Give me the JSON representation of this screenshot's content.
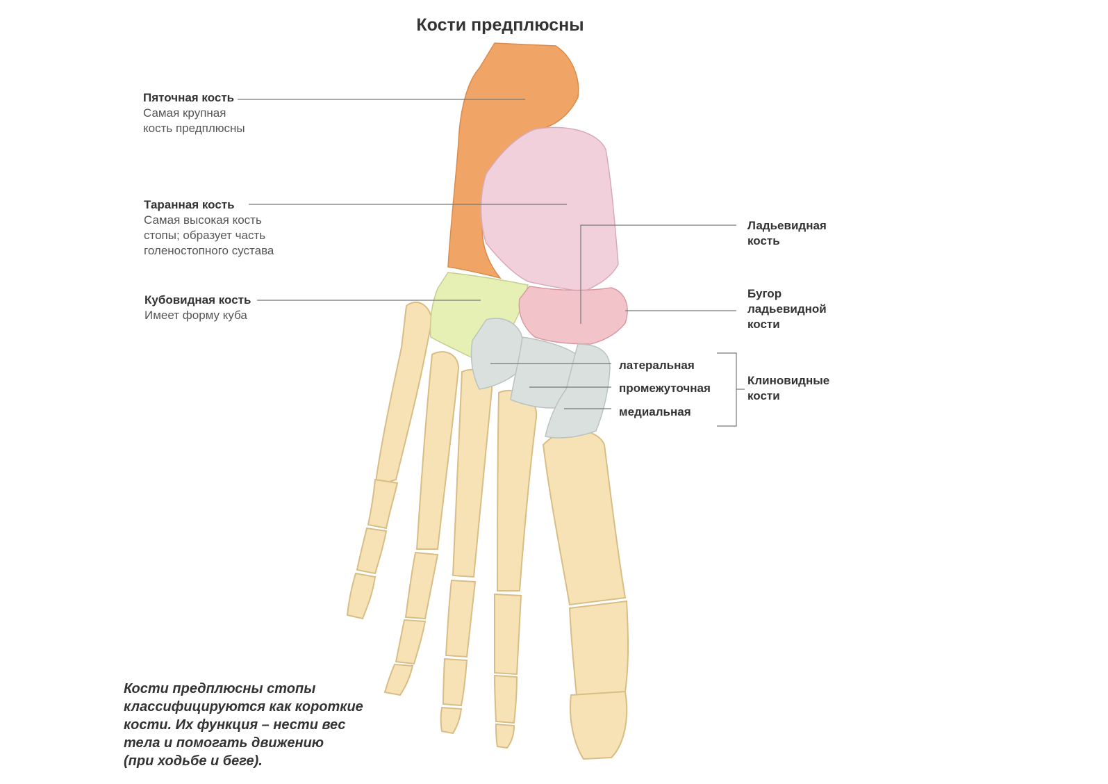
{
  "title": "Кости предплюсны",
  "labels": {
    "calcaneus": {
      "heading": "Пяточная кость",
      "desc": "Самая крупная\nкость предплюсны"
    },
    "talus": {
      "heading": "Таранная кость",
      "desc": "Самая высокая кость\nстопы; образует часть\nголеностопного сустава"
    },
    "cuboid": {
      "heading": "Кубовидная кость",
      "desc": "Имеет форму куба"
    },
    "navicular": "Ладьевидная\nкость",
    "navicular_tuberosity": "Бугор\nладьевидной\nкости",
    "cuneiform_lateral": "латеральная",
    "cuneiform_intermediate": "промежуточная",
    "cuneiform_medial": "медиальная",
    "cuneiforms": "Клиновидные\nкости"
  },
  "caption": "Кости предплюсны стопы\nклассифицируются как короткие\nкости. Их функция – нести вес\nтела и помогать движению\n(при ходьбе и беге).",
  "colors": {
    "calcaneus": "#f0a465",
    "talus": "#f1d0dc",
    "cuboid": "#e6efb4",
    "navicular": "#f2c3c8",
    "cuneiform": "#d9e0de",
    "bone": "#f6e2b4",
    "bone_outline": "#d8bd86",
    "leader": "#777777"
  }
}
